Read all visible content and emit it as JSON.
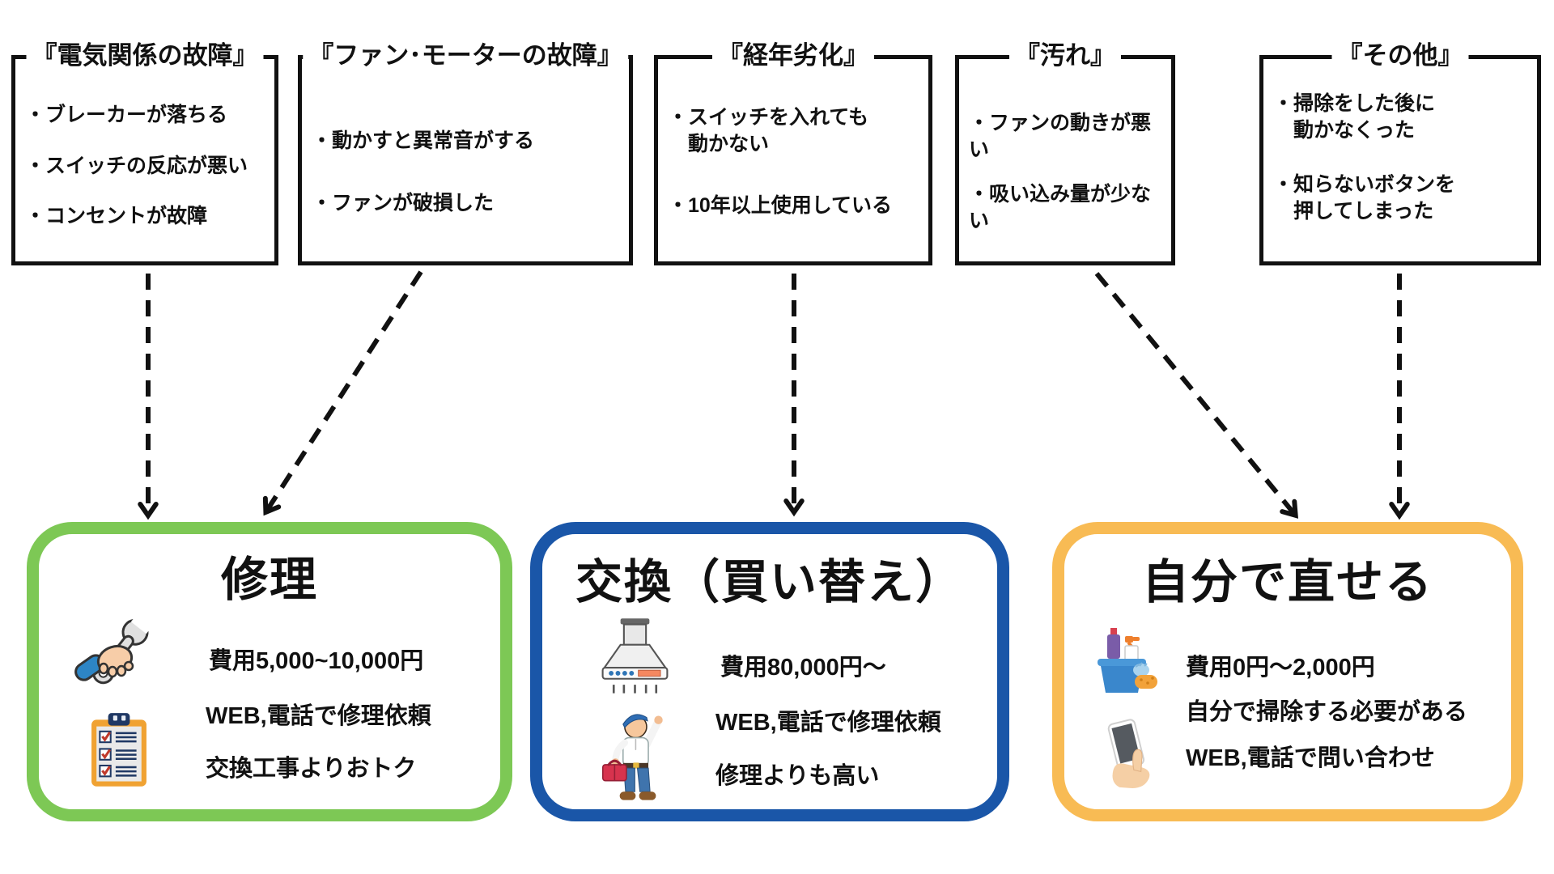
{
  "colors": {
    "outline": "#111111",
    "repair_green": "#7dc855",
    "replace_blue": "#1a56a8",
    "selffix_orange": "#f8bb54"
  },
  "cause_boxes": [
    {
      "title": "『電気関係の故障』",
      "items": [
        "・ブレーカーが落ちる",
        "・スイッチの反応が悪い",
        "・コンセントが故障"
      ]
    },
    {
      "title": "『ファン･モーターの故障』",
      "items": [
        "・動かすと異常音がする",
        "・ファンが破損した"
      ]
    },
    {
      "title": "『経年劣化』",
      "items": [
        "・スイッチを入れても\n　動かない",
        "・10年以上使用している"
      ]
    },
    {
      "title": "『汚れ』",
      "items": [
        "・ファンの動きが悪い",
        "・吸い込み量が少ない"
      ]
    },
    {
      "title": "『その他』",
      "items": [
        "・掃除をした後に\n　動かなくった",
        "・知らないボタンを\n　押してしまった"
      ]
    }
  ],
  "solutions": [
    {
      "title": "修理",
      "accent": "#7dc855",
      "lines": [
        "費用5,000~10,000円",
        "WEB,電話で修理依頼",
        "交換工事よりおトク"
      ],
      "icons": [
        "wrench-hand-icon",
        "checklist-icon"
      ]
    },
    {
      "title": "交換（買い替え）",
      "accent": "#1a56a8",
      "lines": [
        "費用80,000円〜",
        "WEB,電話で修理依頼",
        "修理よりも高い"
      ],
      "icons": [
        "range-hood-icon",
        "repairman-icon"
      ]
    },
    {
      "title": "自分で直せる",
      "accent": "#f8bb54",
      "lines": [
        "費用0円〜2,000円",
        "自分で掃除する必要がある",
        "WEB,電話で問い合わせ"
      ],
      "icons": [
        "cleaning-bucket-icon",
        "smartphone-hand-icon"
      ]
    }
  ]
}
